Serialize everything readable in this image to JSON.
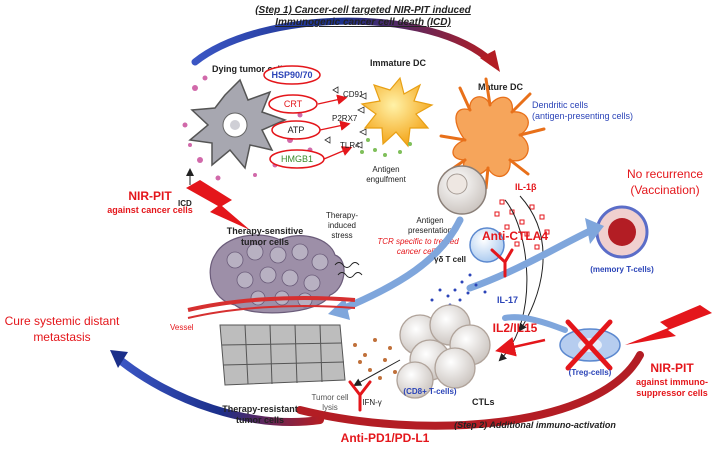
{
  "step1": {
    "line1": "(Step 1) Cancer-cell targeted NIR-PIT  induced",
    "line2": "Immunogenic cancer cell death (ICD)"
  },
  "step2": "(Step 2) Additional immuno-activation",
  "labels": {
    "dying_tumor_cell": "Dying tumor cell",
    "immature_dc": "Immature DC",
    "mature_dc": "Mature DC",
    "dendritic_line1": "Dendritic cells",
    "dendritic_line2": "(antigen-presenting cells)",
    "antigen_engulfment_1": "Antigen",
    "antigen_engulfment_2": "engulfment",
    "antigen_presentation_1": "Antigen",
    "antigen_presentation_2": "presentation",
    "tcr_line1": "TCR specific to treated",
    "tcr_line2": "cancer cells",
    "no_recurrence_1": "No recurrence",
    "no_recurrence_2": "(Vaccination)",
    "memory_tcells": "(memory T-cells)",
    "nirpit_cancer_1": "NIR-PIT",
    "nirpit_cancer_2": "against cancer cells",
    "icd": "ICD",
    "therapy_sensitive_1": "Therapy-sensitive",
    "therapy_sensitive_2": "tumor cells",
    "therapy_induced_1": "Therapy-",
    "therapy_induced_2": "induced",
    "therapy_induced_3": "stress",
    "vessel": "Vessel",
    "anti_ctla4": "Anti-CTLA4",
    "gd_tcell": "γδ T cell",
    "il17": "IL-17",
    "il1b": "IL-1β",
    "il2_il15": "IL2/IL15",
    "cd8_tcells": "(CD8+ T-cells)",
    "ctls": "CTLs",
    "treg_cells": "(Treg-cells)",
    "nirpit_immuno_1": "NIR-PIT",
    "nirpit_immuno_2": "against immuno-",
    "nirpit_immuno_3": "suppressor cells",
    "cure_1": "Cure systemic distant",
    "cure_2": "metastasis",
    "therapy_resistant_1": "Therapy-resistant",
    "therapy_resistant_2": "tumor cells",
    "tumor_cell_lysis_1": "Tumor cell",
    "tumor_cell_lysis_2": "lysis",
    "ifn_gamma": "IFN-γ",
    "anti_pd1": "Anti-PD1/PD-L1"
  },
  "dampsignals": {
    "hsp": "HSP90/70",
    "crt": "CRT",
    "atp": "ATP",
    "hmgb1": "HMGB1",
    "cd91": "CD91",
    "p2rx7": "P2RX7",
    "tlr4": "TLR4"
  },
  "colors": {
    "red": "#e4161b",
    "blue": "#2b44b8",
    "dc_orange": "#f07a1a",
    "dc_yellow": "#f7b315",
    "arrow_blue": "#7fa6dc",
    "tumor_gray": "#9a9aa3",
    "dark_red": "#b31d24"
  }
}
